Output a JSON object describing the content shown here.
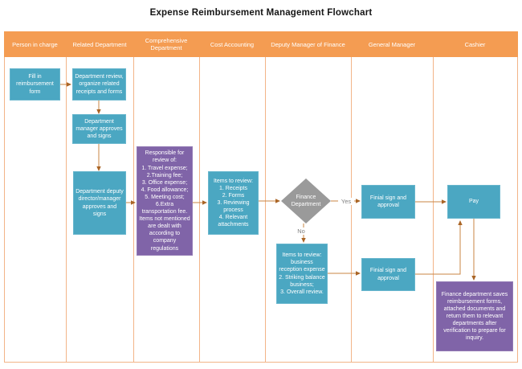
{
  "title": "Expense Reimbursement Management Flowchart",
  "colors": {
    "header_band": "#f49c52",
    "lane_border": "#f2b488",
    "process_fill": "#4ba7c2",
    "highlight_fill": "#8064a8",
    "decision_fill": "#9a9a9a",
    "connector": "#c98443",
    "edge_label_text": "#7f7f7f"
  },
  "lanes": [
    {
      "label": "Person in charge"
    },
    {
      "label": "Related Department"
    },
    {
      "label": "Comprehensive Department"
    },
    {
      "label": "Cost Accounting"
    },
    {
      "label": "Deputy Manager of Finance"
    },
    {
      "label": "General Manager"
    },
    {
      "label": "Cashier"
    }
  ],
  "nodes": {
    "fill_form": {
      "text": "Fill in reimbursement form"
    },
    "dept_review": {
      "text": "Department review, organize related receipts and forms"
    },
    "dept_manager": {
      "text": "Department manager approves and signs"
    },
    "dept_deputy": {
      "text": "Department deputy director/manager approves and signs"
    },
    "review_scope": {
      "text": "Responsible for review of:\n1. Travel expense;\n2.Training fee;\n3. Office expense;\n4. Food allowance;\n5. Meeting cost;\n6.Extra transportation fee.\nItems not mentioned are dealt with according to company regulations"
    },
    "items_review": {
      "text": "Items to review:\n1. Receipts\n2. Forms\n3. Reviewing process\n4. Relevant attachments"
    },
    "finance_dept": {
      "text": "Finance Department"
    },
    "items_review_business": {
      "text": "Items to review:\nbusiness reception expense\n2. Striking balance business;\n3. Overall review."
    },
    "final_sign_1": {
      "text": "Finial sign and approval"
    },
    "final_sign_2": {
      "text": "Finial sign and approval"
    },
    "pay": {
      "text": "Pay"
    },
    "archive": {
      "text": "Finance department saves reimbursement forms, attached documents and return them to relevant departments after verification to prepare for inquiry."
    }
  },
  "edge_labels": {
    "yes": "Yes",
    "no": "No"
  }
}
